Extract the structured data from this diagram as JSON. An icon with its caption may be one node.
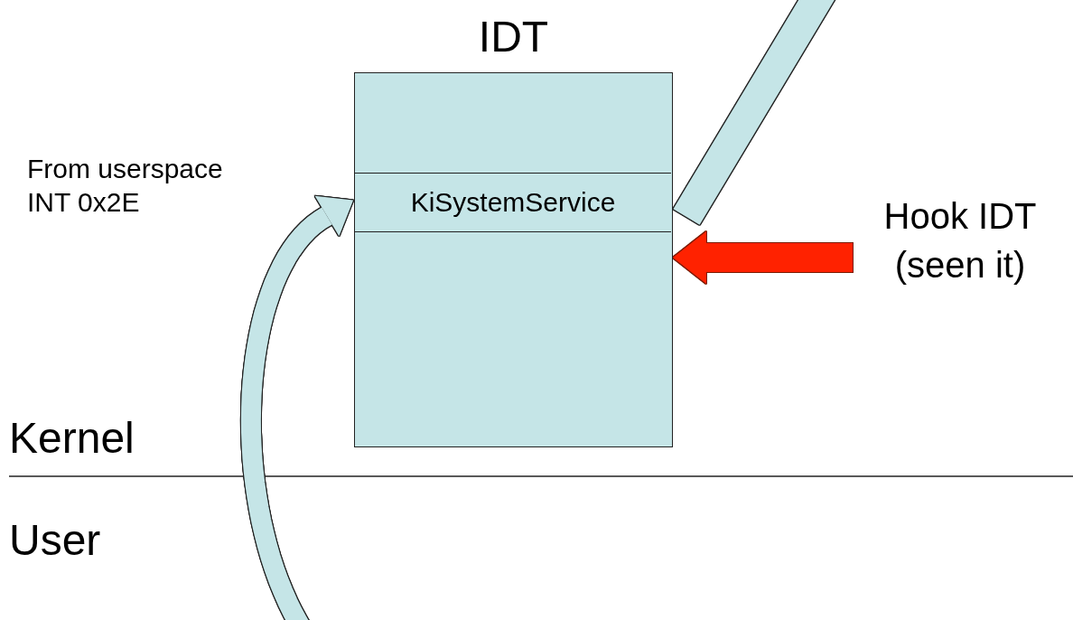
{
  "diagram": {
    "nodes": [
      {
        "text": [
          "IDT"
        ]
      },
      {
        "text": [
          "KiSystemService"
        ],
        "in": 0
      },
      {
        "text": [
          "Hook IDT (seen it)"
        ]
      }
    ],
    "edges": [
      {
        "from": null,
        "to": 1,
        "arrow": "to"
      },
      {
        "from": 1,
        "to": null,
        "arrow": "none"
      },
      {
        "from": 2,
        "to": 0,
        "arrow": "to",
        "color": "#ff2200"
      }
    ],
    "labels": [
      "From userspace INT 0x2E",
      "Kernel",
      "User"
    ]
  }
}
